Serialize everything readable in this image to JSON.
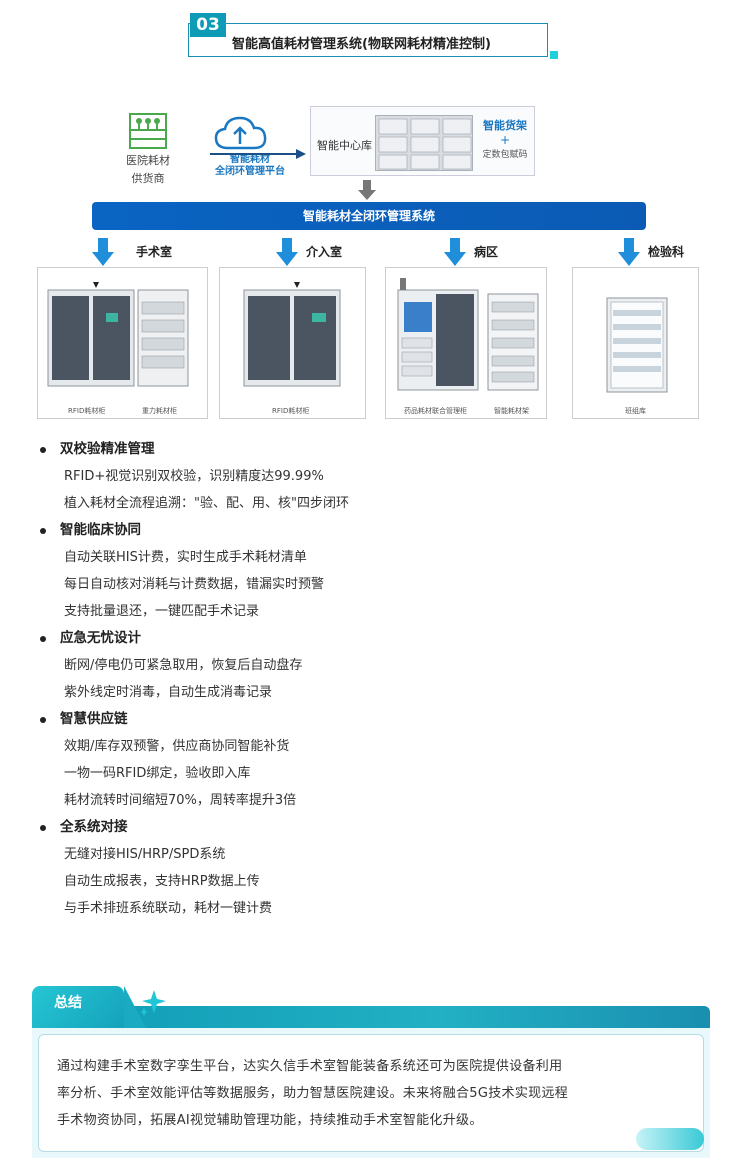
{
  "header": {
    "number": "03",
    "title": "智能高值耗材管理系统(物联网耗材精准控制)"
  },
  "diagram": {
    "supplier_label": [
      "医院耗材",
      "供货商"
    ],
    "platform_label": [
      "智能耗材",
      "全闭环管理平台"
    ],
    "center_label": "智能中心库",
    "shelf_label": "智能货架",
    "plus": "+",
    "packing_label": "定数包赋码",
    "bar_label": "智能耗材全闭环管理系统",
    "departments": [
      {
        "name": "手术室",
        "cabinets": [
          "RFID耗材柜",
          "重力耗材柜"
        ]
      },
      {
        "name": "介入室",
        "cabinets": [
          "RFID耗材柜"
        ]
      },
      {
        "name": "病区",
        "cabinets": [
          "药品耗材联合管理柜",
          "智能耗材架"
        ]
      },
      {
        "name": "检验科",
        "cabinets": [
          "班组库"
        ]
      }
    ],
    "colors": {
      "accent": "#0a64c2",
      "teal": "#0e9bb5"
    }
  },
  "sections": [
    {
      "title": "双校验精准管理",
      "items": [
        "RFID+视觉识别双校验，识别精度达99.99%",
        "植入耗材全流程追溯：\"验、配、用、核\"四步闭环"
      ]
    },
    {
      "title": "智能临床协同",
      "items": [
        "自动关联HIS计费，实时生成手术耗材清单",
        "每日自动核对消耗与计费数据，错漏实时预警",
        "支持批量退还，一键匹配手术记录"
      ]
    },
    {
      "title": "应急无忧设计",
      "items": [
        "断网/停电仍可紧急取用，恢复后自动盘存",
        "紫外线定时消毒，自动生成消毒记录"
      ]
    },
    {
      "title": "智慧供应链",
      "items": [
        "效期/库存双预警，供应商协同智能补货",
        "一物一码RFID绑定，验收即入库",
        "耗材流转时间缩短70%，周转率提升3倍"
      ]
    },
    {
      "title": "全系统对接",
      "items": [
        "无缝对接HIS/HRP/SPD系统",
        "自动生成报表，支持HRP数据上传",
        "与手术排班系统联动，耗材一键计费"
      ]
    }
  ],
  "summary": {
    "tab": "总结",
    "lines": [
      "通过构建手术室数字孪生平台，达实久信手术室智能装备系统还可为医院提供设备利用",
      "率分析、手术室效能评估等数据服务，助力智慧医院建设。未来将融合5G技术实现远程",
      "手术物资协同，拓展AI视觉辅助管理功能，持续推动手术室智能化升级。"
    ]
  }
}
